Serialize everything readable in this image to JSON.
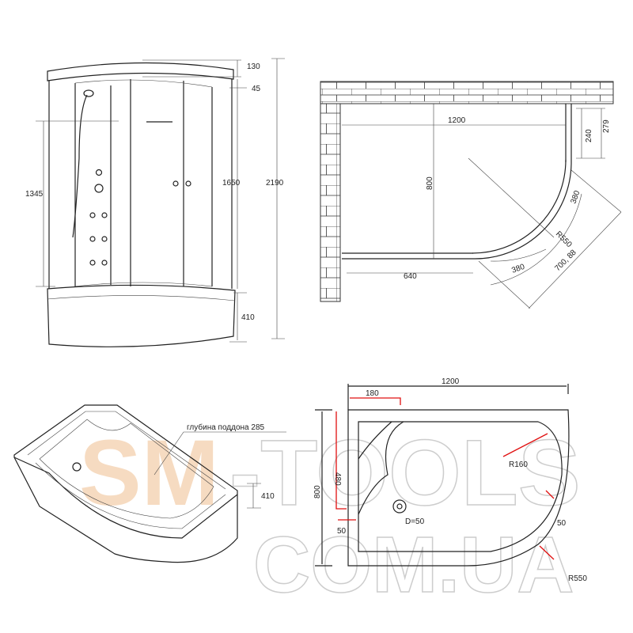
{
  "front_view": {
    "dims": {
      "top_cap": "130",
      "top_gap": "45",
      "cabin_height": "1650",
      "total_height": "2190",
      "tray_height": "410",
      "panel_height": "1345"
    }
  },
  "plan_view": {
    "dims": {
      "width": "1200",
      "depth": "800",
      "side_panel": "640",
      "door_side": "240",
      "side_total": "279",
      "arc_segment_1": "380",
      "arc_segment_2": "380",
      "radius": "R550",
      "diagonal": "700, 88"
    }
  },
  "tray_3d": {
    "depth_label": "глубина поддона 285",
    "height": "410"
  },
  "tray_plan": {
    "dims": {
      "width": "1200",
      "offset": "180",
      "depth": "800",
      "inner_depth": "480",
      "rim_left": "50",
      "rim_right": "50",
      "inner_radius": "R160",
      "drain": "D=50",
      "outer_radius": "R550"
    }
  },
  "watermark": {
    "line1_a": "SM",
    "line1_b": "-TOOLS",
    "line2": "COM.UA"
  },
  "colors": {
    "line": "#222222",
    "red": "#e01010",
    "watermark_peach": "#f6d8bb",
    "watermark_outline": "#c8c8c8"
  }
}
